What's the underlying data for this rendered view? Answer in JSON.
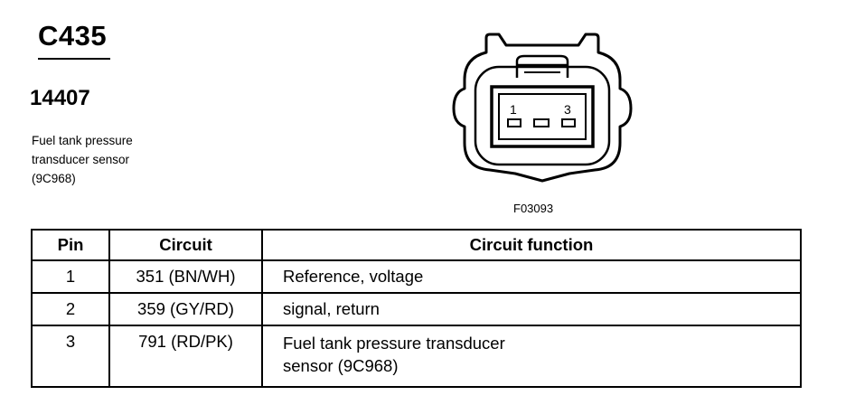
{
  "connector": {
    "id": "C435",
    "part_number": "14407",
    "description_lines": [
      "Fuel tank pressure",
      "transducer sensor",
      "(9C968)"
    ]
  },
  "diagram": {
    "figure_code": "F03093",
    "pin_labels": [
      "1",
      "3"
    ]
  },
  "table": {
    "headers": [
      "Pin",
      "Circuit",
      "Circuit function"
    ],
    "rows": [
      {
        "pin": "1",
        "circuit": "351 (BN/WH)",
        "function_lines": [
          "Reference, voltage"
        ]
      },
      {
        "pin": "2",
        "circuit": "359 (GY/RD)",
        "function_lines": [
          "signal, return"
        ]
      },
      {
        "pin": "3",
        "circuit": "791 (RD/PK)",
        "function_lines": [
          "Fuel tank pressure transducer",
          "sensor (9C968)"
        ]
      }
    ]
  }
}
